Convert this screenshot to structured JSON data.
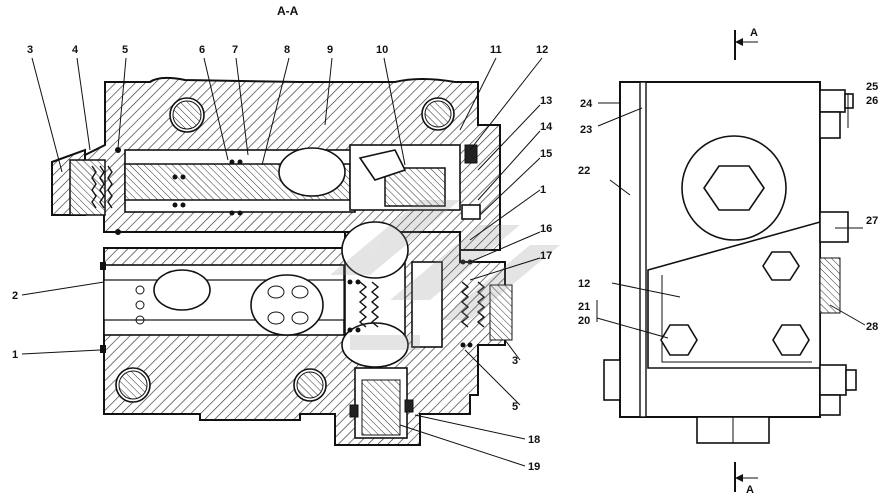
{
  "section_title": "А-А",
  "section_marks": {
    "top": "А",
    "bottom": "А"
  },
  "callouts_left": [
    "3",
    "4",
    "5",
    "6",
    "7",
    "8",
    "9",
    "10",
    "11",
    "12",
    "13",
    "14",
    "15",
    "1",
    "16",
    "17",
    "2",
    "1",
    "3",
    "5",
    "18",
    "19"
  ],
  "callouts_right": [
    "24",
    "23",
    "25",
    "26",
    "22",
    "27",
    "12",
    "21",
    "20",
    "28"
  ]
}
